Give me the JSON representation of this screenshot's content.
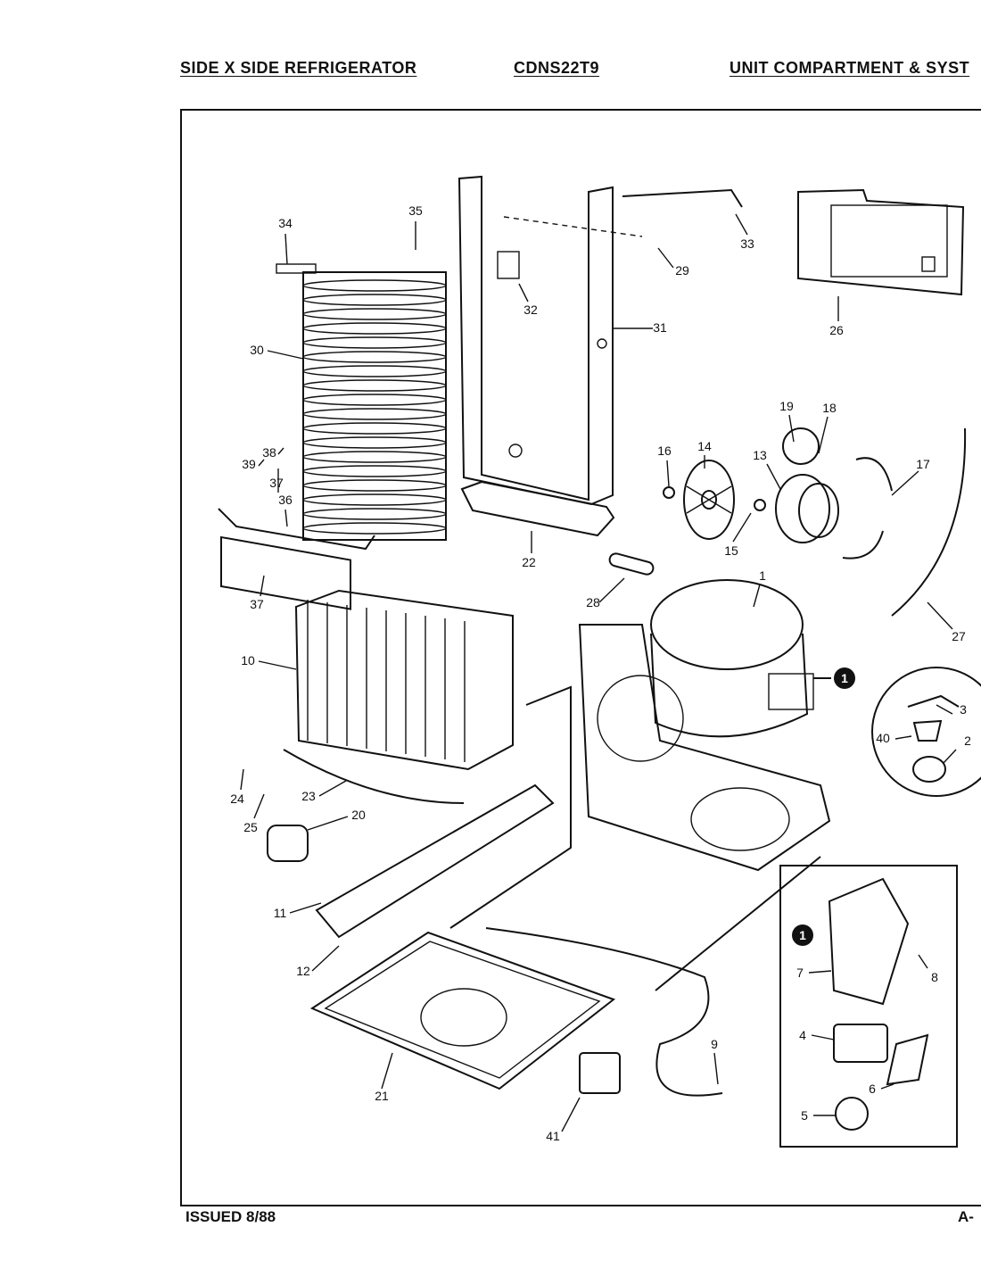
{
  "header": {
    "title": "SIDE X SIDE REFRIGERATOR",
    "model": "CDNS22T9",
    "section": "UNIT COMPARTMENT & SYST"
  },
  "footer": {
    "issued": "ISSUED 8/88",
    "page": "A-"
  },
  "callouts": {
    "c1": "1",
    "c2": "2",
    "c3": "3",
    "c4": "4",
    "c5": "5",
    "c6": "6",
    "c7": "7",
    "c8": "8",
    "c9": "9",
    "c10": "10",
    "c11": "11",
    "c12": "12",
    "c13": "13",
    "c14": "14",
    "c15": "15",
    "c16": "16",
    "c17": "17",
    "c18": "18",
    "c19": "19",
    "c20": "20",
    "c21": "21",
    "c22": "22",
    "c23": "23",
    "c24": "24",
    "c25": "25",
    "c26": "26",
    "c27": "27",
    "c28": "28",
    "c29": "29",
    "c30": "30",
    "c31": "31",
    "c32": "32",
    "c33": "33",
    "c34": "34",
    "c35": "35",
    "c36": "36",
    "c37a": "37",
    "c37b": "37",
    "c38": "38",
    "c39": "39",
    "c40": "40",
    "c41": "41",
    "marker_main": "1",
    "marker_inset": "1"
  }
}
